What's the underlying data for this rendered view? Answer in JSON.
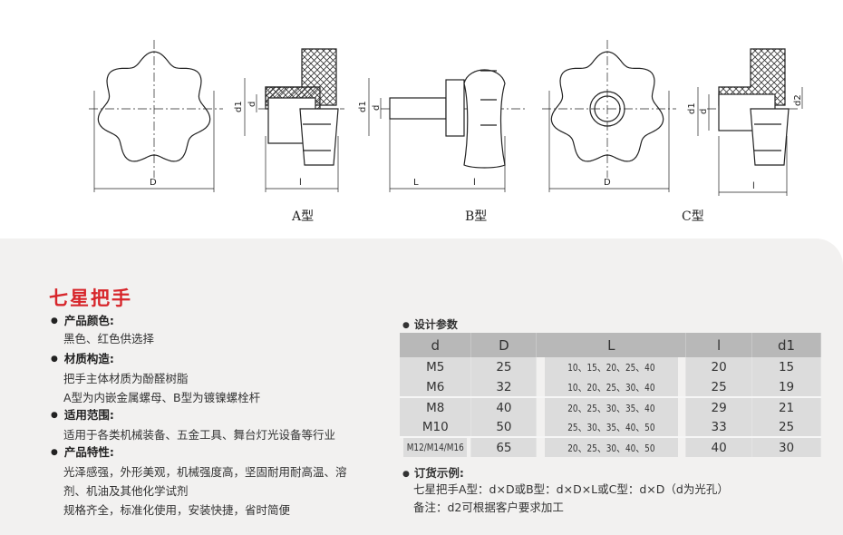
{
  "drawings": {
    "captions": [
      "A型",
      "B型",
      "C型"
    ],
    "dim_labels": {
      "D": "D",
      "l": "l",
      "L": "L",
      "d": "d",
      "d1": "d1",
      "d2": "d2"
    }
  },
  "product": {
    "title": "七星把手",
    "sections": [
      {
        "heading": "产品颜色:",
        "lines": [
          "黑色、红色供选择"
        ]
      },
      {
        "heading": "材质构造:",
        "lines": [
          "把手主体材质为酚醛树脂",
          "A型为内嵌金属螺母、B型为镀镍螺栓杆"
        ]
      },
      {
        "heading": "适用范围:",
        "lines": [
          "适用于各类机械装备、五金工具、舞台灯光设备等行业"
        ]
      },
      {
        "heading": "产品特性:",
        "lines": [
          "光泽感强，外形美观，机械强度高，坚固耐用耐高温、溶",
          "剂、机油及其他化学试剂",
          "规格齐全，标准化使用，安装快捷，省时简便"
        ]
      }
    ]
  },
  "spec": {
    "heading": "设计参数",
    "columns": [
      "d",
      "D",
      "L",
      "l",
      "d1"
    ],
    "rows": [
      [
        "M5",
        "25",
        "10、15、20、25、40",
        "20",
        "15"
      ],
      [
        "M6",
        "32",
        "10、20、25、30、40",
        "25",
        "19"
      ],
      [
        "M8",
        "40",
        "20、25、30、35、40",
        "29",
        "21"
      ],
      [
        "M10",
        "50",
        "25、30、35、40、50",
        "33",
        "25"
      ],
      [
        "M12/M14/M16",
        "65",
        "20、25、30、40、50",
        "40",
        "30"
      ]
    ]
  },
  "order": {
    "heading": "订货示例:",
    "lines": [
      "七星把手A型：d×D或B型：d×D×L或C型：d×D（d为光孔）",
      "备注：d2可根据客户要求加工"
    ]
  },
  "colors": {
    "accent": "#d7262b",
    "panel": "#f2f1f0",
    "table_header": "#b8b8b8",
    "table_cell": "#dcdcdc"
  }
}
